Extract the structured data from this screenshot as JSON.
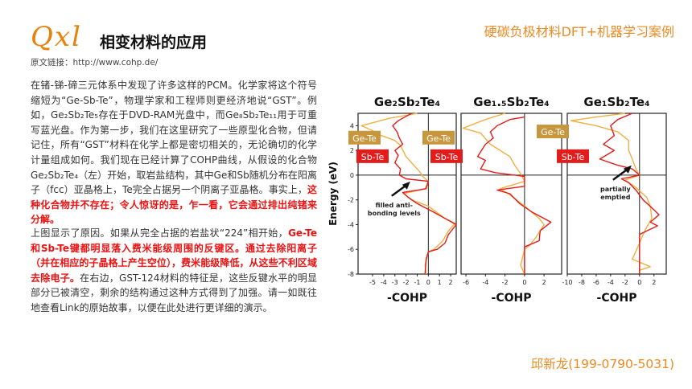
{
  "header": {
    "logo_text": "Qxl",
    "title": "相变材料的应用",
    "source_label": "原文链接：",
    "source_url": "http://www.cohp.de/",
    "top_right": "硬碳负极材料DFT+机器学习案例"
  },
  "body": {
    "p1_normal": "在锗-锑-碲三元体系中发现了许多这样的PCM。化学家将这个符号缩短为“Ge-Sb-Te”，物理学家和工程师则更经济地说“GST”。例如，Ge₂Sb₂Te₅存在于DVD-RAM光盘中，而Ge₈Sb₂Te₁₁用于可重写蓝光盘。作为第一步，我们在这里研究了一些原型化合物，但请记住，所有“GST”材料在化学上都是密切相关的，无论确切的化学计量组成如何。我们现在已经计算了COHP曲线，从假设的化合物Ge₂Sb₂Te₄（左）开始，取岩盐结构，其中Ge和Sb随机分布在阳离子（fcc）亚晶格上，Te完全占据另一个阴离子亚晶格。事实上，",
    "p1_red": "这种化合物并不存在；令人惊讶的是，乍一看，它会通过排出纯锗来分解。",
    "p2_normal_a": "上图显示了原因。如果从完全占据的岩盐状“224”相开始，",
    "p2_red": "Ge-Te和Sb-Te键都明显落入费米能级周围的反键区。通过去除阳离子（并在相应的子晶格上产生空位），费米能级降低，从这些不利区域去除电子。",
    "p2_normal_b": "在右边，GST-124材料的特征是，这些反键水平的明显部分已被清空，剩余的结构通过这种方式得到了加强。请一如既往地查看Link的原始故事，以便在此处进行更详细的演示。"
  },
  "footer": {
    "contact": "邱新龙(199-0790-5031)"
  },
  "colors": {
    "accent": "#ee8a22",
    "ge_te": "#f0b040",
    "sb_te": "#e31b1b",
    "ge_label_bg": "#c8963c",
    "sb_label_bg": "#e31b1b"
  },
  "chart_data": [
    {
      "type": "line",
      "title": "Ge₂Sb₂Te₄",
      "xlabel": "-COHP",
      "ylabel": "Energy (eV)",
      "xlim": [
        -6.3,
        2.5
      ],
      "ylim": [
        -8,
        5
      ],
      "xticks": [
        "-5",
        "-4",
        "-3",
        "-2",
        "-1",
        "0",
        "1",
        "2"
      ],
      "xtick_values": [
        -5,
        -4,
        -3,
        -2,
        -1,
        0,
        1,
        2
      ],
      "yticks": [
        "4",
        "2",
        "0",
        "-2",
        "-4",
        "-6",
        "-8"
      ],
      "ytick_values": [
        4,
        2,
        0,
        -2,
        -4,
        -6,
        -8
      ],
      "annotation": [
        "filled anti-",
        "bonding levels"
      ],
      "legend": [
        "Ge-Te",
        "Sb-Te"
      ],
      "series": [
        {
          "name": "Ge-Te",
          "points": [
            [
              -1,
              5
            ],
            [
              -3.5,
              4.6
            ],
            [
              -6,
              4
            ],
            [
              -5,
              3.6
            ],
            [
              -4.5,
              3.3
            ],
            [
              -3,
              2.8
            ],
            [
              -2.5,
              2.4
            ],
            [
              -2,
              1.5
            ],
            [
              -1.5,
              1
            ],
            [
              -0.8,
              0.3
            ],
            [
              -0.5,
              -0.1
            ],
            [
              0,
              -0.5
            ],
            [
              -0.3,
              -1.1
            ],
            [
              -2.2,
              -1.5
            ],
            [
              -1.5,
              -2
            ],
            [
              0,
              -2.5
            ],
            [
              1.5,
              -3.5
            ],
            [
              2.4,
              -3.9
            ],
            [
              1.8,
              -4.5
            ],
            [
              1.3,
              -5.3
            ],
            [
              0.5,
              -6
            ],
            [
              0,
              -6.2
            ],
            [
              -0.3,
              -7.3
            ],
            [
              -0.2,
              -8
            ]
          ]
        },
        {
          "name": "Sb-Te",
          "points": [
            [
              -1.5,
              5
            ],
            [
              -2.7,
              4.4
            ],
            [
              -3.2,
              4
            ],
            [
              -2.8,
              3.5
            ],
            [
              -2.6,
              3
            ],
            [
              -2.3,
              2.5
            ],
            [
              -3,
              2
            ],
            [
              -2.7,
              1.6
            ],
            [
              -3,
              1
            ],
            [
              -2.5,
              0.5
            ],
            [
              -2.6,
              0
            ],
            [
              -2,
              -0.3
            ],
            [
              0,
              -0.5
            ],
            [
              -0.2,
              -1.1
            ],
            [
              -2.3,
              -1.4
            ],
            [
              -1.8,
              -1.8
            ],
            [
              -1,
              -2.3
            ],
            [
              0.5,
              -3
            ],
            [
              1.5,
              -3.5
            ],
            [
              2.5,
              -4
            ],
            [
              1.8,
              -4.8
            ],
            [
              1.5,
              -5.5
            ],
            [
              0.8,
              -6
            ],
            [
              0,
              -6.2
            ],
            [
              -0.2,
              -6.8
            ],
            [
              -0.3,
              -8
            ]
          ]
        }
      ]
    },
    {
      "type": "line",
      "title": "Ge₁.₅Sb₂Te₄",
      "xlabel": "-COHP",
      "xlim": [
        -6.5,
        3.8
      ],
      "ylim": [
        -8,
        5
      ],
      "xticks": [
        "-6",
        "-4",
        "-2",
        "0",
        "2"
      ],
      "xtick_values": [
        -6,
        -4,
        -2,
        0,
        2
      ],
      "legend": [
        "Ge-Te",
        "Sb-Te"
      ],
      "series": [
        {
          "name": "Ge-Te",
          "points": [
            [
              -2,
              5
            ],
            [
              -4,
              4.5
            ],
            [
              -6.3,
              3.8
            ],
            [
              -4.5,
              3.4
            ],
            [
              -3.5,
              2.5
            ],
            [
              -1.5,
              1.5
            ],
            [
              -1,
              0.8
            ],
            [
              -0.3,
              0
            ],
            [
              0,
              -0.5
            ],
            [
              -2.5,
              -1.1
            ],
            [
              -1.5,
              -1.6
            ],
            [
              0,
              -2.5
            ],
            [
              1.5,
              -3.5
            ],
            [
              2,
              -4
            ],
            [
              1.2,
              -5
            ],
            [
              0.5,
              -5.7
            ],
            [
              0,
              -6
            ],
            [
              -0.4,
              -7.3
            ],
            [
              0,
              -8
            ]
          ]
        },
        {
          "name": "Sb-Te",
          "points": [
            [
              0,
              4.7
            ],
            [
              -1.5,
              4.5
            ],
            [
              -2.8,
              4
            ],
            [
              -3.5,
              3.5
            ],
            [
              -3.2,
              3
            ],
            [
              -4,
              2.5
            ],
            [
              -4.8,
              1.5
            ],
            [
              -4,
              1.2
            ],
            [
              -4.5,
              0.5
            ],
            [
              -3,
              0.2
            ],
            [
              -1,
              0
            ],
            [
              0,
              -0.1
            ],
            [
              0,
              -0.9
            ],
            [
              -2.8,
              -1.2
            ],
            [
              -1.5,
              -1.5
            ],
            [
              -0.5,
              -2.3
            ],
            [
              0.8,
              -3
            ],
            [
              2.7,
              -3.8
            ],
            [
              1.6,
              -4.5
            ],
            [
              1.5,
              -5.3
            ],
            [
              0,
              -5.8
            ],
            [
              0,
              -8
            ]
          ]
        }
      ]
    },
    {
      "type": "line",
      "title": "Ge₁Sb₂Te₄",
      "xlabel": "-COHP",
      "xlim": [
        -10,
        3.7
      ],
      "ylim": [
        -8,
        5
      ],
      "xticks": [
        "-10",
        "-8",
        "-6",
        "-4",
        "-2",
        "0",
        "2"
      ],
      "xtick_values": [
        -10,
        -8,
        -6,
        -4,
        -2,
        0,
        2
      ],
      "annotation": [
        "partially",
        "emptied"
      ],
      "legend": [
        "Ge-Te",
        "Sb-Te"
      ],
      "series": [
        {
          "name": "Ge-Te",
          "points": [
            [
              -2,
              5
            ],
            [
              -6,
              4.7
            ],
            [
              -9.5,
              4.4
            ],
            [
              -6,
              4
            ],
            [
              -3,
              3.5
            ],
            [
              -1.5,
              2.8
            ],
            [
              -1.5,
              2
            ],
            [
              -1,
              1.3
            ],
            [
              -0.5,
              0.5
            ],
            [
              0,
              0
            ],
            [
              -2,
              -0.4
            ],
            [
              -0.5,
              -1
            ],
            [
              1,
              -1.8
            ],
            [
              1.5,
              -2.5
            ],
            [
              1.7,
              -3.5
            ],
            [
              1,
              -4.2
            ],
            [
              0.5,
              -4.8
            ],
            [
              0,
              -5.5
            ],
            [
              -1,
              -6.8
            ],
            [
              1.5,
              -7.4
            ],
            [
              0,
              -7.7
            ],
            [
              0,
              -8
            ]
          ]
        },
        {
          "name": "Sb-Te",
          "points": [
            [
              -1,
              5
            ],
            [
              -3,
              4.5
            ],
            [
              -4,
              4
            ],
            [
              -3.5,
              3.2
            ],
            [
              -5,
              2.5
            ],
            [
              -3.5,
              2
            ],
            [
              -5.5,
              1.3
            ],
            [
              -3,
              0.8
            ],
            [
              -1,
              0.5
            ],
            [
              0,
              0
            ],
            [
              -2.5,
              -0.3
            ],
            [
              -1.5,
              -0.6
            ],
            [
              -0.5,
              -1.2
            ],
            [
              0.5,
              -2
            ],
            [
              2,
              -2.8
            ],
            [
              2.7,
              -3.2
            ],
            [
              1.5,
              -3.8
            ],
            [
              2.5,
              -4.1
            ],
            [
              1,
              -4.5
            ],
            [
              0,
              -4.8
            ],
            [
              0,
              -8
            ]
          ]
        }
      ]
    }
  ]
}
